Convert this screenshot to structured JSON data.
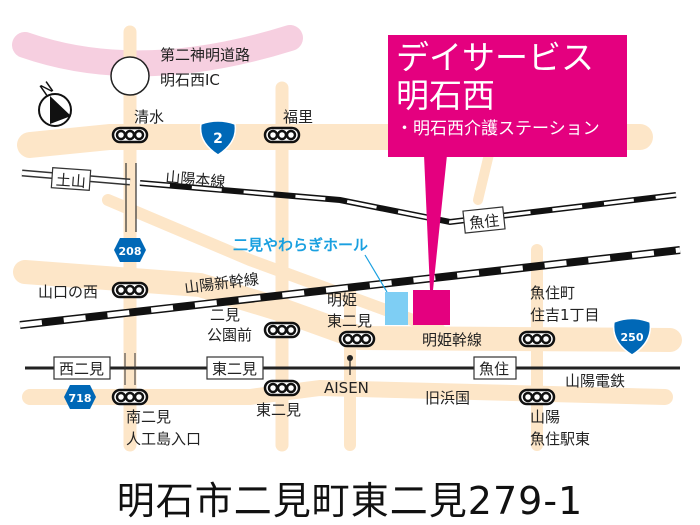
{
  "facility": {
    "name_line1": "デイサービス",
    "name_line2": "明石西",
    "sub": "・明石西介護ステーション",
    "color": "#e4007f"
  },
  "nearby": {
    "name": "二見やわらぎホール",
    "color": "#7ecef4"
  },
  "address": "明石市二見町東二見279-1",
  "compass": "N",
  "expressway": {
    "name": "第二神明道路",
    "ic": "明石西IC"
  },
  "routes": {
    "r2": "2",
    "r208": "208",
    "r250": "250",
    "r718": "718"
  },
  "railways": {
    "sanyo_main": "山陽本線",
    "shinkansen": "山陽新幹線",
    "sanyo_electric": "山陽電鉄"
  },
  "stations": {
    "tsuchiyama": "土山",
    "uozumi_jr": "魚住",
    "nishifutami": "西二見",
    "higashifutami": "東二見",
    "uozumi": "魚住"
  },
  "roads": {
    "meiki": "明姫幹線",
    "kyuhama": "旧浜国"
  },
  "intersections": {
    "shimizu": "清水",
    "fukusato": "福里",
    "yamaguchinishi": "山口の西",
    "futami_koen_1": "二見",
    "futami_koen_2": "公園前",
    "meiki_1": "明姫",
    "meiki_2": "東二見",
    "uozumicho_1": "魚住町",
    "uozumicho_2": "住吉1丁目",
    "minami_1": "南二見",
    "minami_2": "人工島入口",
    "higashifutami_s": "東二見",
    "sanyo_1": "山陽",
    "sanyo_2": "魚住駅東"
  },
  "landmark": "AISEN"
}
